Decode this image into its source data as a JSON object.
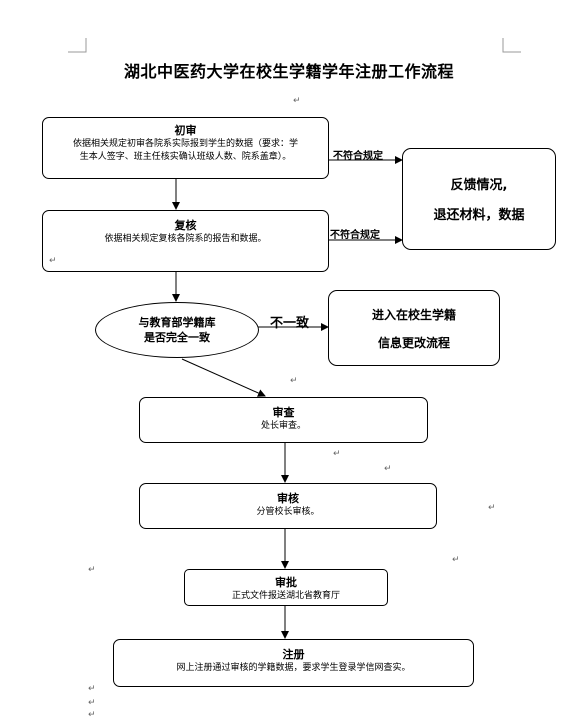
{
  "title": "湖北中医药大学在校生学籍学年注册工作流程",
  "steps": {
    "chushen": {
      "heading": "初审",
      "desc_line1": "依据相关规定初审各院系实际报到学生的数据（要求：学",
      "desc_line2": "生本人签字、班主任核实确认班级人数、院系盖章）。"
    },
    "fuhe": {
      "heading": "复核",
      "desc": "依据相关规定复核各院系的报告和数据。"
    },
    "compare": {
      "line1": "与教育部学籍库",
      "line2": "是否完全一致"
    },
    "shencha": {
      "heading": "审查",
      "desc": "处长审查。"
    },
    "shenhe": {
      "heading": "审核",
      "desc": "分管校长审核。"
    },
    "shenpi": {
      "heading": "审批",
      "desc": "正式文件报送湖北省教育厅"
    },
    "zhuce": {
      "heading": "注册",
      "desc": "网上注册通过审核的学籍数据，要求学生登录学信网查实。"
    }
  },
  "feedback": {
    "line1": "反馈情况,",
    "line2": "退还材料，数据"
  },
  "change_process": {
    "line1": "进入在校生学籍",
    "line2": "信息更改流程"
  },
  "labels": {
    "noncompliant_1": "不符合规定",
    "noncompliant_2": "不符合规定",
    "inconsistent": "不一致"
  }
}
